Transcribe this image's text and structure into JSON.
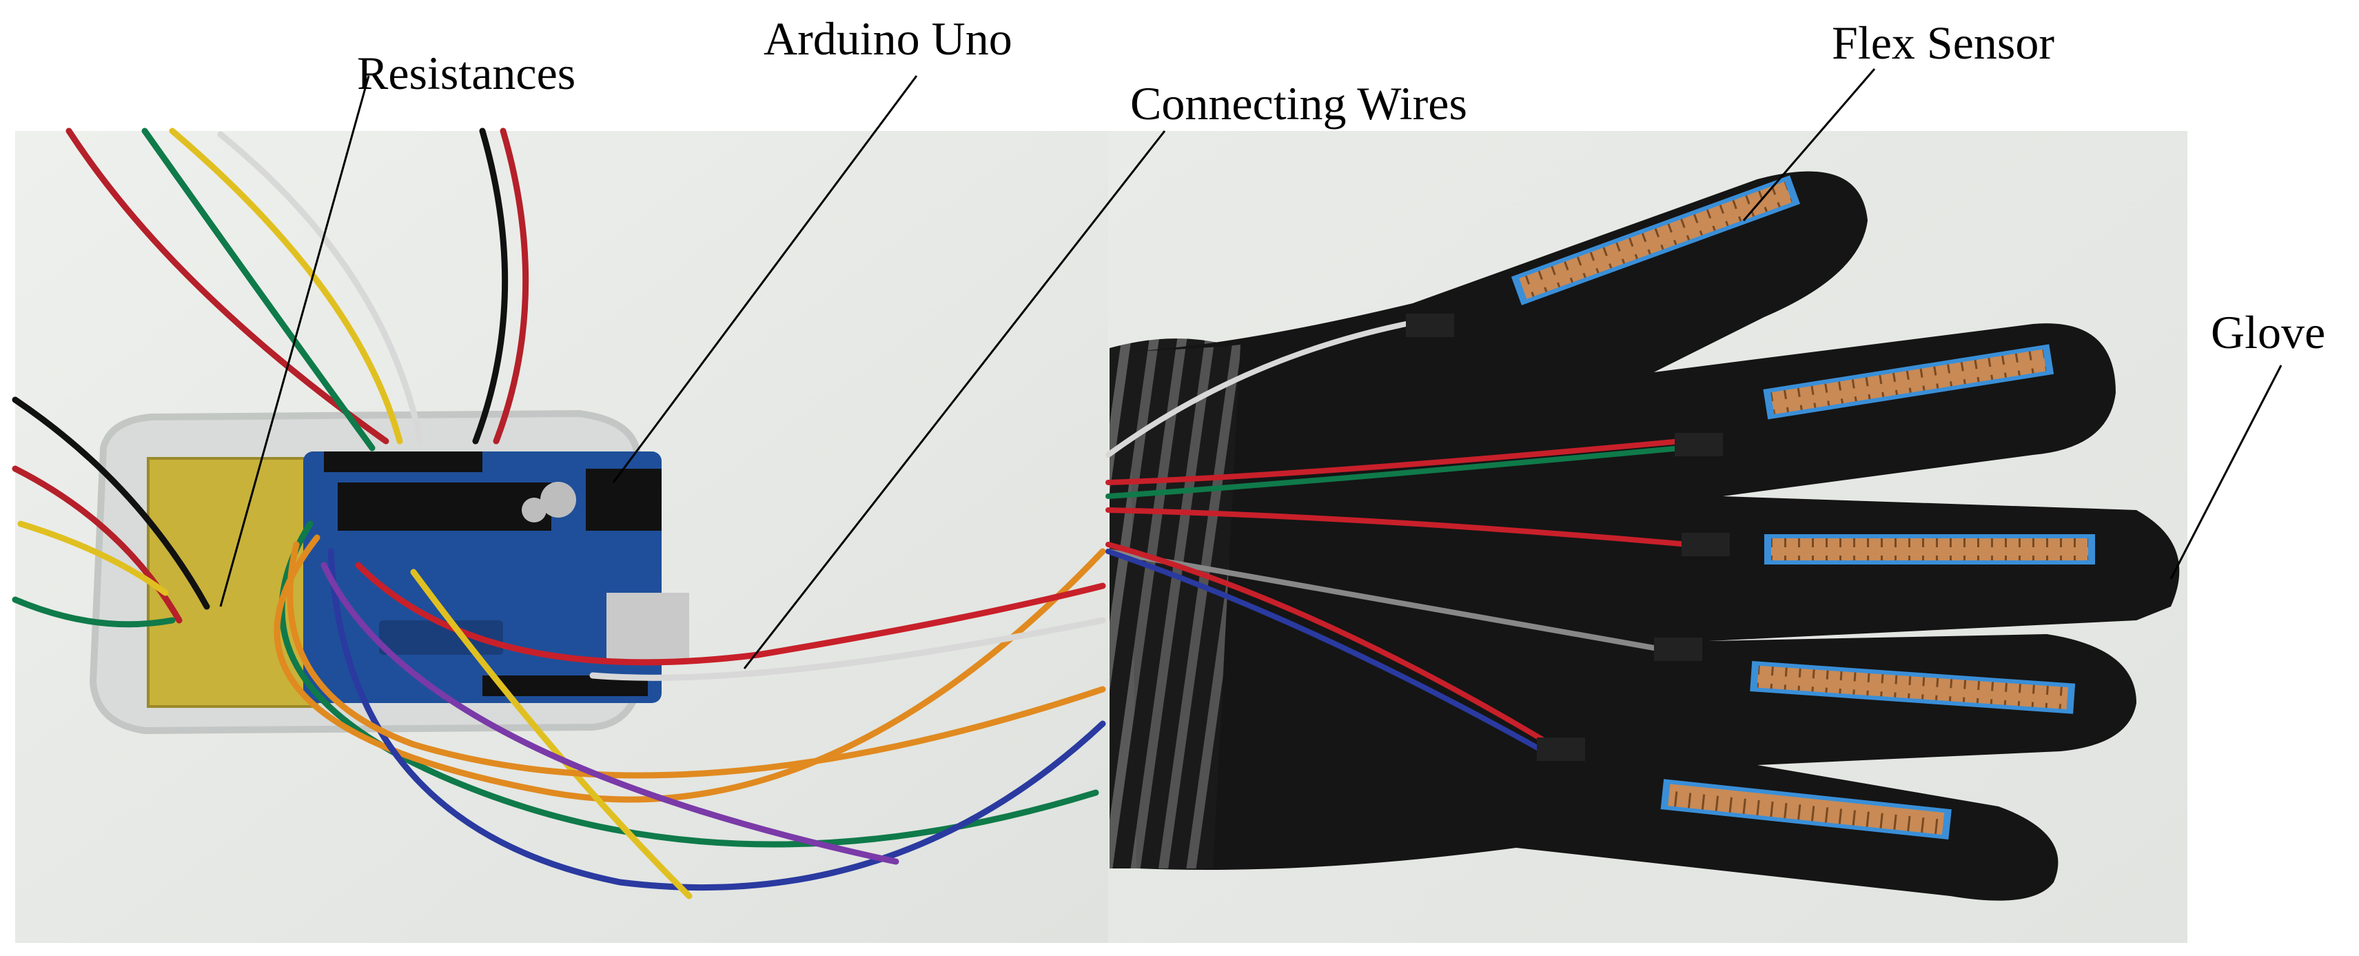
{
  "labels": {
    "resistances": "Resistances",
    "arduino_uno": "Arduino Uno",
    "connecting_wires": "Connecting Wires",
    "flex_sensor": "Flex Sensor",
    "glove": "Glove"
  },
  "colors": {
    "background": "#ffffff",
    "board_blue": "#1f4f9a",
    "glove_black": "#151515",
    "sensor_tape": "#3a8fd8",
    "sensor_strip": "#c98a55",
    "wall": "#e7e9e6",
    "protoboard": "#c8b23a"
  }
}
